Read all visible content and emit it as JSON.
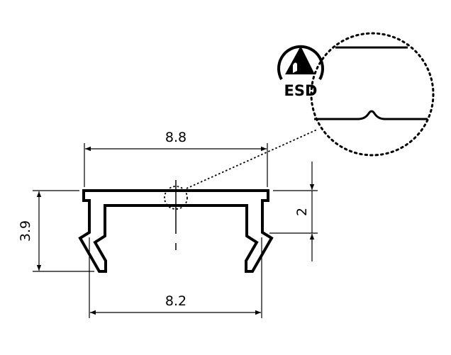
{
  "dimensions": {
    "top_width": "8.8",
    "bottom_width": "8.2",
    "height": "3.9",
    "step": "2"
  },
  "badge": {
    "label": "ESD"
  },
  "colors": {
    "line": "#000000",
    "background": "#ffffff"
  }
}
